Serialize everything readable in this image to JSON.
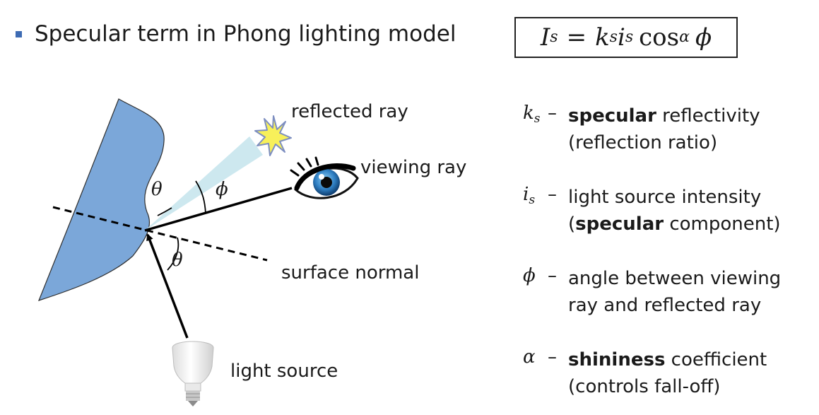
{
  "title": "Specular term in Phong lighting model",
  "formula": {
    "I": "I",
    "I_sub": "s",
    "equals": "=",
    "k": "k",
    "k_sub": "s",
    "i": "i",
    "i_sub": "s",
    "cos": "cos",
    "alpha": "α",
    "phi": "ϕ"
  },
  "diagram": {
    "reflected_ray": "reflected ray",
    "viewing_ray": "viewing ray",
    "surface_normal": "surface normal",
    "light_source": "light source",
    "theta_upper": "θ",
    "theta_lower": "θ",
    "phi": "ϕ",
    "colors": {
      "surface": "#7ba7d9",
      "reflection_cone": "#cde8ef",
      "star": "#f7f05a",
      "eye_iris": "#2f7fc3"
    }
  },
  "legend": [
    {
      "symbol": "k",
      "sub": "s",
      "dash": "–",
      "line1_bold": "specular",
      "line1_rest": " reflectivity",
      "line2_bold": "",
      "line2_rest": "(reflection ratio)",
      "line2_tail": ""
    },
    {
      "symbol": "i",
      "sub": "s",
      "dash": "–",
      "line1_bold": "",
      "line1_rest": "light source intensity",
      "line2_bold": "specular",
      "line2_rest": "(",
      "line2_tail": " component)"
    },
    {
      "symbol": "ϕ",
      "sub": "",
      "dash": "–",
      "line1_bold": "",
      "line1_rest": "angle between viewing",
      "line2_bold": "",
      "line2_rest": "ray and reflected ray",
      "line2_tail": ""
    },
    {
      "symbol": "α",
      "sub": "",
      "dash": "–",
      "line1_bold": "shininess",
      "line1_rest": " coefficient",
      "line2_bold": "",
      "line2_rest": "(controls fall-off)",
      "line2_tail": ""
    }
  ]
}
